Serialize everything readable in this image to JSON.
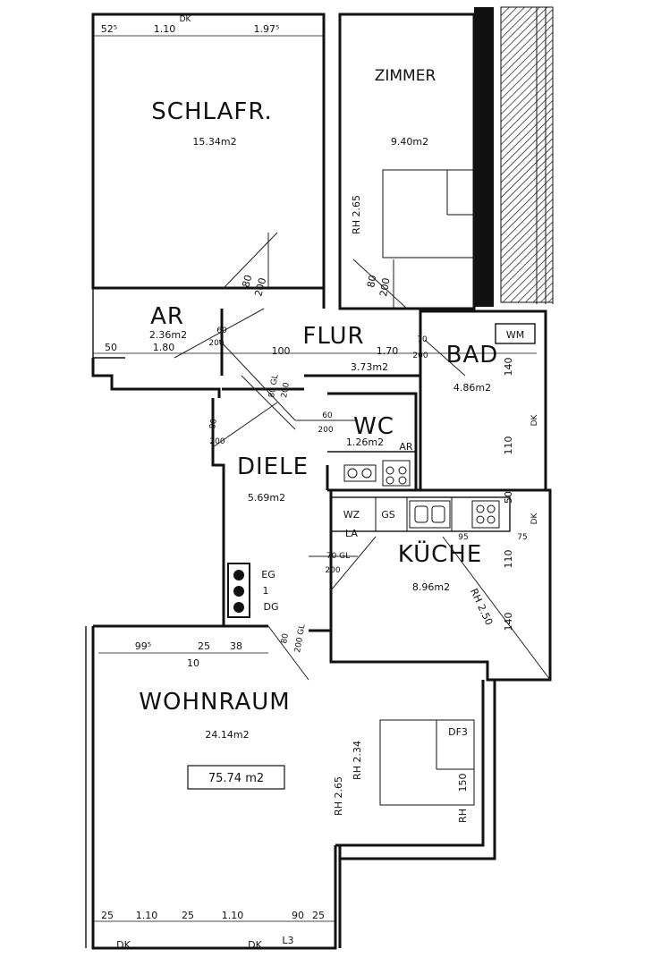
{
  "rooms": {
    "schlafr": {
      "label": "SCHLAFR.",
      "area": "15.34m2"
    },
    "zimmer": {
      "label": "ZIMMER",
      "area": "9.40m2"
    },
    "ar": {
      "label": "AR",
      "area": "2.36m2"
    },
    "flur": {
      "label": "FLUR",
      "area": "3.73m2"
    },
    "bad": {
      "label": "BAD",
      "area": "4.86m2"
    },
    "wc": {
      "label": "WC",
      "area": "1.26m2"
    },
    "diele": {
      "label": "DIELE",
      "area": "5.69m2"
    },
    "kueche": {
      "label": "KÜCHE",
      "area": "8.96m2"
    },
    "wohnraum": {
      "label": "WOHNRAUM",
      "area": "24.14m2"
    }
  },
  "total_area": "75.74 m2",
  "fixtures": {
    "wm": "WM",
    "ar_small": "AR",
    "wz": "WZ",
    "gs": "GS",
    "la": "LA",
    "df3": "DF3",
    "eg": "EG",
    "floor_1": "1",
    "dg": "DG"
  },
  "dimensions": {
    "top_left": "52⁵",
    "top_110": "1.10",
    "top_dk": "DK",
    "top_197": "1.97⁵",
    "ar_50": "50",
    "ar_180": "1.80",
    "flur_100": "100",
    "flur_170": "1.70",
    "flur_70": "70",
    "flur_200": "200",
    "rh_265_zimmer": "RH 2.65",
    "rh_250": "RH 2.50",
    "rh_234": "RH 2.34",
    "rh_265_wohn": "RH 2.65",
    "rh_150": "150",
    "rh_label": "RH",
    "door_80_200_a": "80",
    "door_80_200_b": "200",
    "door_80_200_c": "80",
    "door_80_200_d": "200",
    "door_60": "60",
    "door_200_ar": "200",
    "door_80gl": "80 GL",
    "door_200_flur": "200",
    "wc_60": "60",
    "wc_200": "200",
    "diele_80": "80",
    "diele_200": "200",
    "gl_70": "70 GL",
    "gl_200": "200",
    "door_80_wohn": "80",
    "door_200gl_wohn": "200 GL",
    "bad_140": "140",
    "bad_110": "110",
    "bad_dk": "DK",
    "bad_50": "50",
    "kue_95": "95",
    "kue_75": "75",
    "kue_110": "110",
    "kue_140": "140",
    "kue_dk": "DK",
    "wohn_995": "99⁵",
    "wohn_25a": "25",
    "wohn_10": "10",
    "wohn_38": "38",
    "bot_25a": "25",
    "bot_110a": "1.10",
    "bot_25b": "25",
    "bot_110b": "1.10",
    "bot_90": "90",
    "bot_25c": "25",
    "bot_dk_a": "DK",
    "bot_dk_b": "DK",
    "bot_l3": "L3"
  }
}
